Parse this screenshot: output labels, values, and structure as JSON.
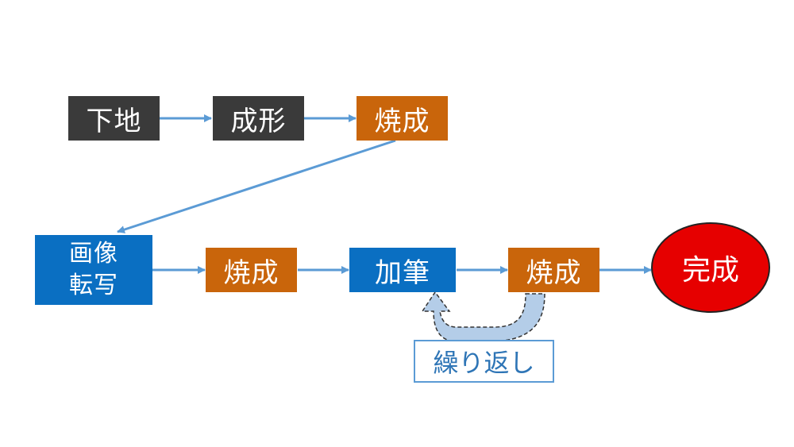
{
  "steps": {
    "base": "下地",
    "forming": "成形",
    "firing1": "焼成",
    "image_transfer_line1": "画像",
    "image_transfer_line2": "転写",
    "firing2": "焼成",
    "painting": "加筆",
    "firing3": "焼成",
    "complete": "完成"
  },
  "repeat_label": "繰り返し",
  "colors": {
    "dark_box": "#3a3a3a",
    "orange_box": "#c9650b",
    "blue_box": "#0a6fc2",
    "arrow": "#5b9bd5",
    "loop_fill": "#b4cde8",
    "complete_fill": "#e60000"
  }
}
